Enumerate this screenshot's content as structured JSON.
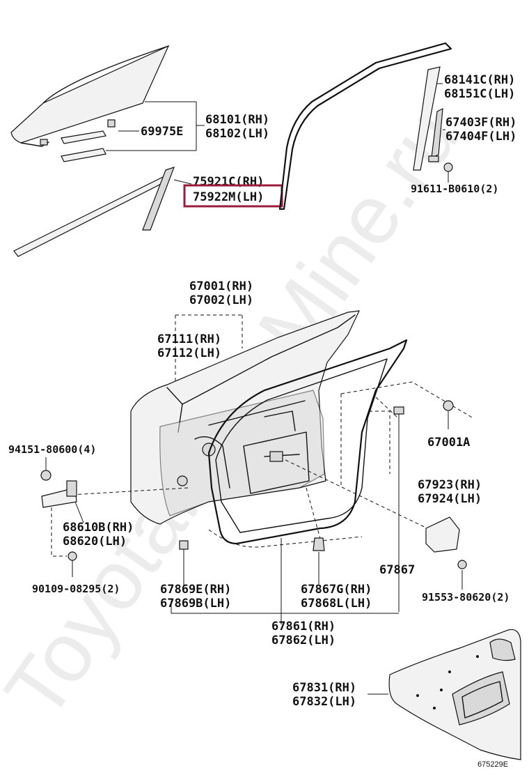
{
  "watermark": "ToyotaPartsMine.ru",
  "diagram_code": "675229E",
  "highlight_color": "#9b1b3d",
  "labels": {
    "p68101": "68101(RH)",
    "p68102": "68102(LH)",
    "p69975E": "69975E",
    "p75921C": "75921C(RH)",
    "p75922M": "75922M(LH)",
    "p68141C": "68141C(RH)",
    "p68151C": "68151C(LH)",
    "p67403F": "67403F(RH)",
    "p67404F": "67404F(LH)",
    "p91611": "91611-B0610(2)",
    "p67001": "67001(RH)",
    "p67002": "67002(LH)",
    "p67111": "67111(RH)",
    "p67112": "67112(LH)",
    "p94151": "94151-80600(4)",
    "p67001A": "67001A",
    "p68610B": "68610B(RH)",
    "p68620": "68620(LH)",
    "p67923": "67923(RH)",
    "p67924": "67924(LH)",
    "p90109": "90109-08295(2)",
    "p67867": "67867",
    "p67869E": "67869E(RH)",
    "p67869B": "67869B(LH)",
    "p67867G": "67867G(RH)",
    "p67868L": "67868L(LH)",
    "p91553": "91553-80620(2)",
    "p67861": "67861(RH)",
    "p67862": "67862(LH)",
    "p67831": "67831(RH)",
    "p67832": "67832(LH)"
  }
}
